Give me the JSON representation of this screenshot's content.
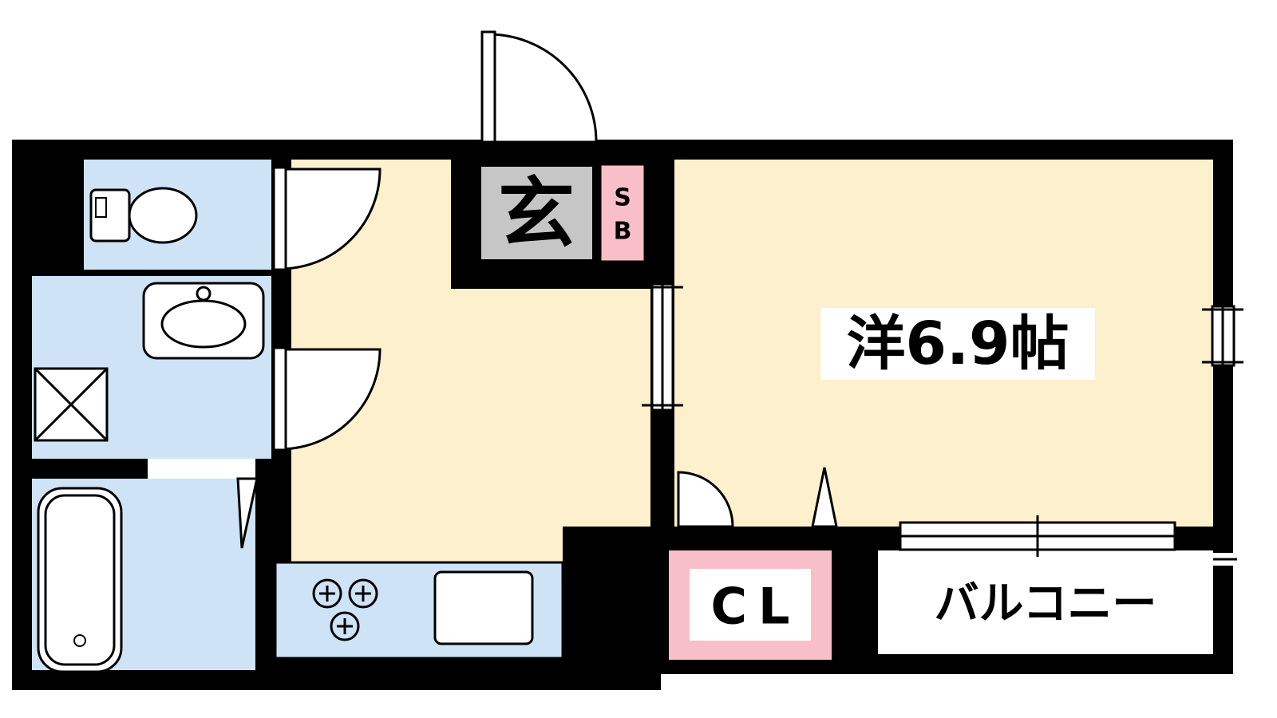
{
  "title": "apartment-floor-plan",
  "labels": {
    "entrance": "玄",
    "shoe_box": [
      "S",
      "B"
    ],
    "main_room": "洋6.9帖",
    "closet": "CL",
    "balcony": "バルコニー"
  },
  "colors": {
    "wall": "#000000",
    "room_cream": "#fcf0cd",
    "wet_blue": "#cfe3f6",
    "pink": "#f9bfc8",
    "gray": "#c6c6c6"
  }
}
